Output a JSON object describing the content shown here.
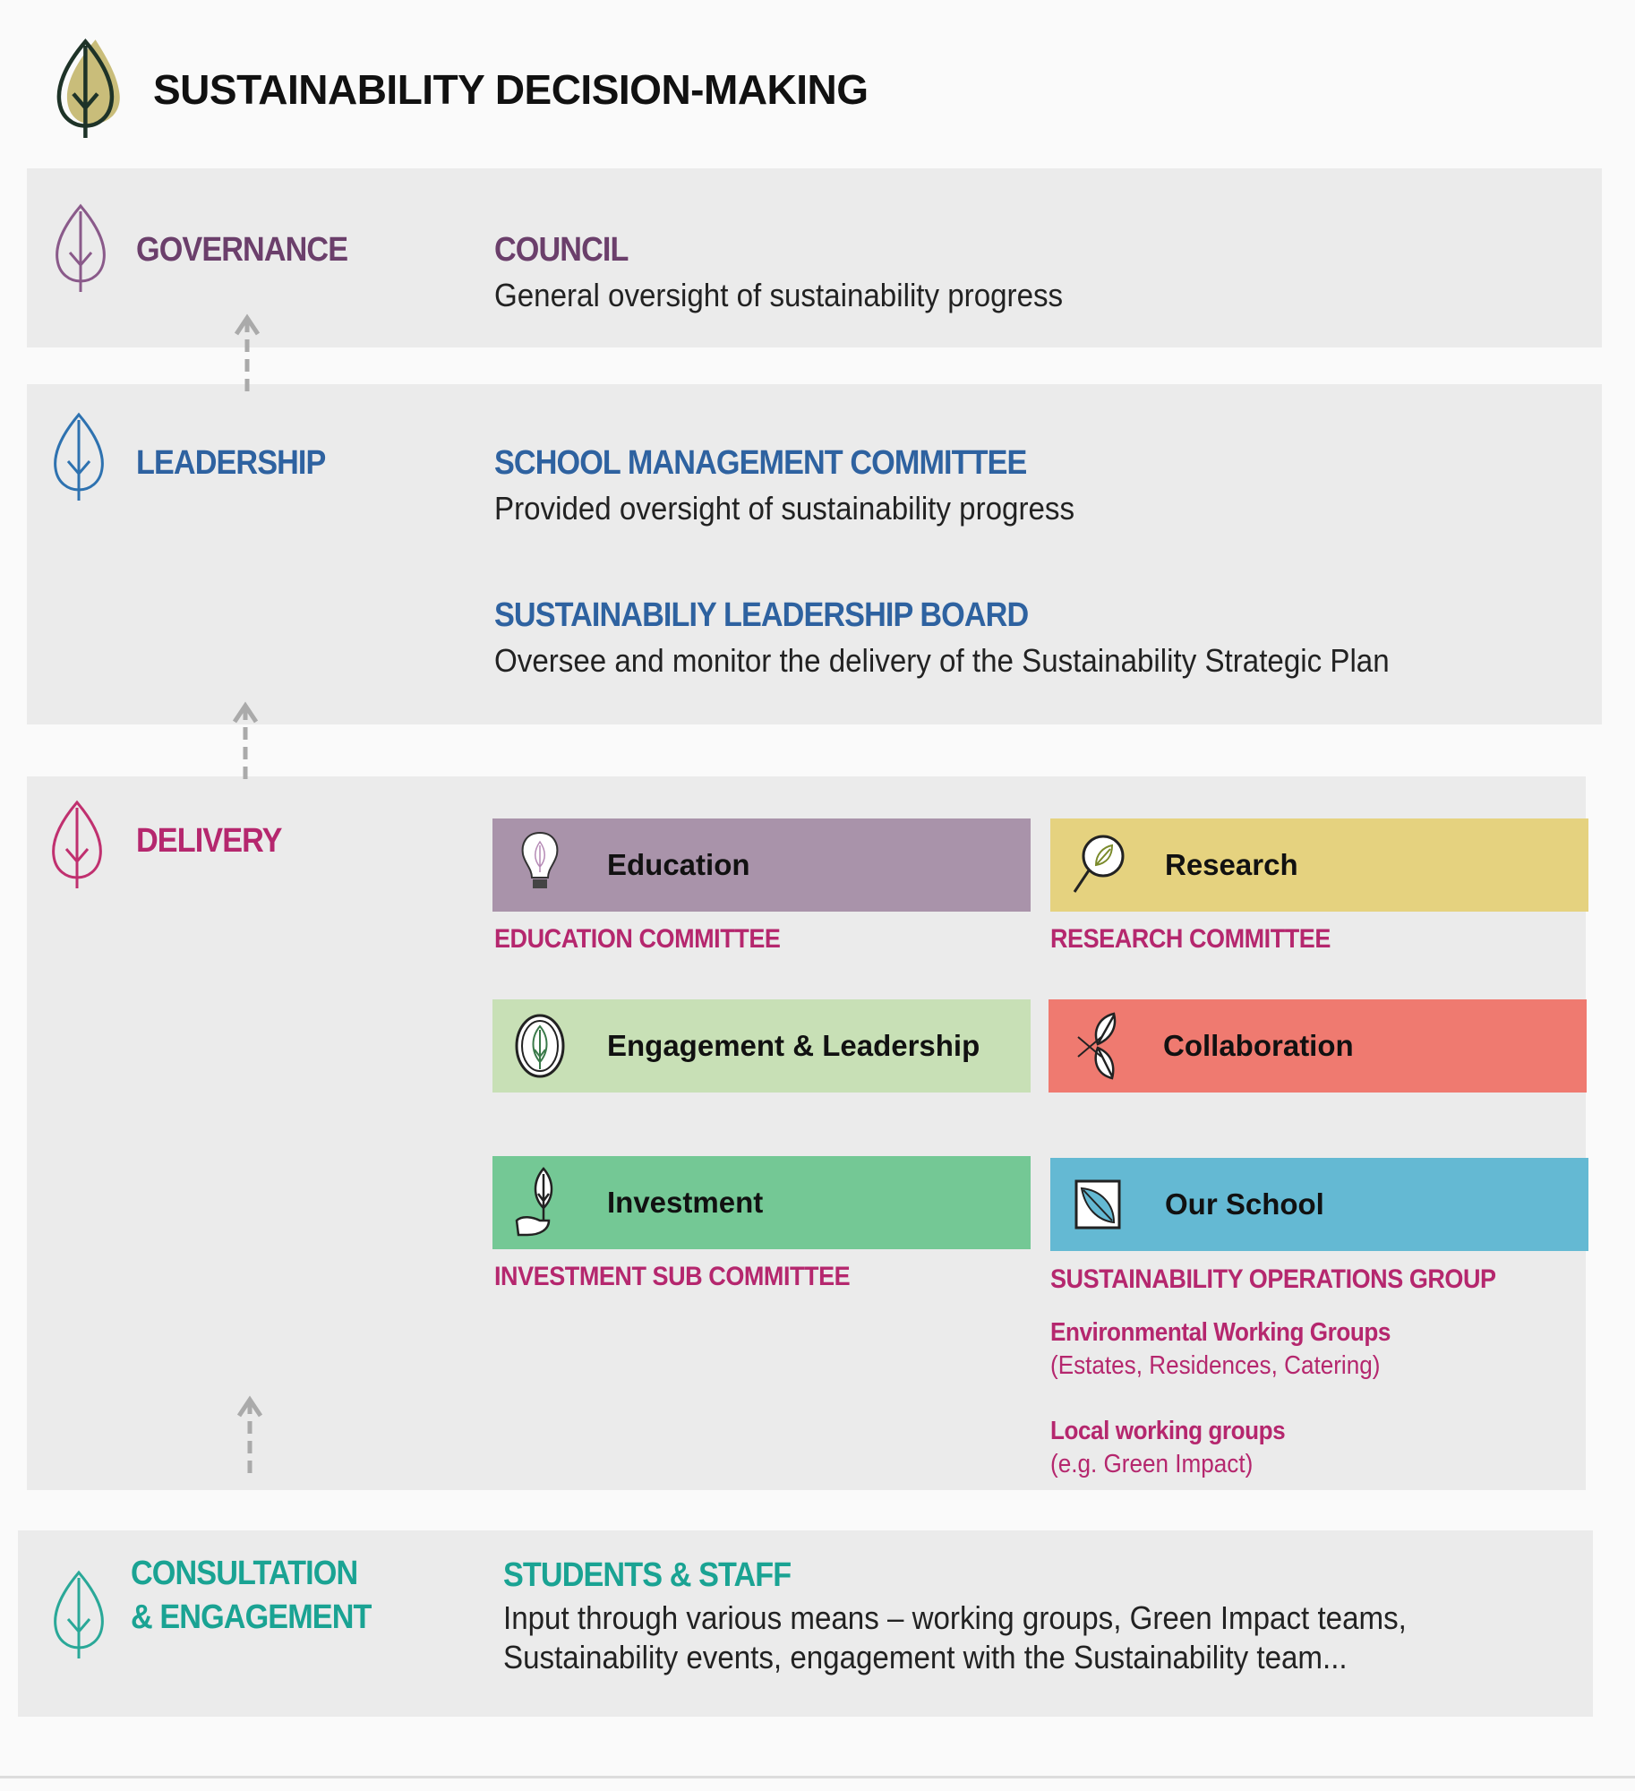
{
  "title": "SUSTAINABILITY DECISION-MAKING",
  "colors": {
    "governance": "#6b3f6b",
    "leadership": "#2e62a0",
    "delivery": "#b5276e",
    "consultation": "#1aa393",
    "panel": "#ebebeb"
  },
  "governance": {
    "label": "GOVERNANCE",
    "heading": "COUNCIL",
    "description": "General oversight of sustainability progress"
  },
  "leadership": {
    "label": "LEADERSHIP",
    "items": [
      {
        "heading": "SCHOOL MANAGEMENT COMMITTEE",
        "description": "Provided oversight of sustainability progress"
      },
      {
        "heading": "SUSTAINABILIY LEADERSHIP BOARD",
        "description": "Oversee and monitor the delivery of the Sustainability Strategic Plan"
      }
    ]
  },
  "delivery": {
    "label": "DELIVERY",
    "themes": [
      {
        "label": "Education",
        "icon": "lightbulb-icon",
        "color": "#a993aa",
        "committee": "EDUCATION COMMITTEE"
      },
      {
        "label": "Research",
        "icon": "magnifier-leaf-icon",
        "color": "#e5d27f",
        "committee": "RESEARCH COMMITTEE"
      },
      {
        "label": "Engagement & Leadership",
        "icon": "circle-leaf-icon",
        "color": "#c8e0b6"
      },
      {
        "label": "Collaboration",
        "icon": "two-leaves-icon",
        "color": "#ef7a70"
      },
      {
        "label": "Investment",
        "icon": "hand-leaf-icon",
        "color": "#74c895",
        "committee": "INVESTMENT SUB COMMITTEE"
      },
      {
        "label": "Our School",
        "icon": "square-leaf-icon",
        "color": "#64b9d3",
        "committee": "SUSTAINABILITY OPERATIONS GROUP"
      }
    ],
    "groups": [
      {
        "name": "Environmental Working Groups",
        "detail": "(Estates, Residences, Catering)"
      },
      {
        "name": "Local working groups",
        "detail": "(e.g. Green Impact)"
      }
    ]
  },
  "consultation": {
    "label_line1": "CONSULTATION",
    "label_line2": "& ENGAGEMENT",
    "heading": "STUDENTS & STAFF",
    "description_line1": "Input through various means – working groups, Green Impact teams,",
    "description_line2": "Sustainability events, engagement with the Sustainability team..."
  }
}
